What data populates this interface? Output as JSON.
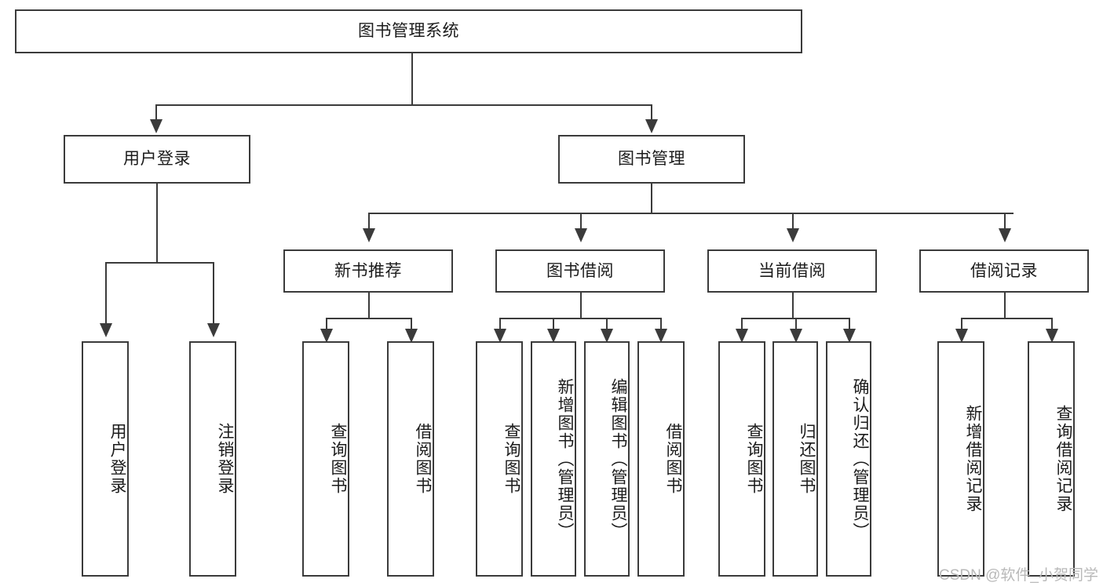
{
  "diagram": {
    "title": "图书管理系统",
    "type": "tree-hierarchy-diagram",
    "root": {
      "label": "图书管理系统"
    },
    "level1": [
      {
        "label": "用户登录"
      },
      {
        "label": "图书管理"
      }
    ],
    "level2": [
      {
        "label": "新书推荐"
      },
      {
        "label": "图书借阅"
      },
      {
        "label": "当前借阅"
      },
      {
        "label": "借阅记录"
      }
    ],
    "leaves": {
      "user_login": [
        {
          "label": "用户登录"
        },
        {
          "label": "注销登录"
        }
      ],
      "new_book_recommend": [
        {
          "label": "查询图书"
        },
        {
          "label": "借阅图书"
        }
      ],
      "book_borrow": [
        {
          "label": "查询图书"
        },
        {
          "label": "新增图书（管理员）"
        },
        {
          "label": "编辑图书（管理员）"
        },
        {
          "label": "借阅图书"
        }
      ],
      "current_borrow": [
        {
          "label": "查询图书"
        },
        {
          "label": "归还图书"
        },
        {
          "label": "确认归还（管理员）"
        }
      ],
      "borrow_record": [
        {
          "label": "新增借阅记录"
        },
        {
          "label": "查询借阅记录"
        }
      ]
    }
  },
  "watermark": {
    "text": "CSDN @软件_小贺同学"
  },
  "colors": {
    "border": "#3b3b3b",
    "text": "#1b1b1b",
    "background": "#ffffff",
    "watermark": "#b9b9b9"
  }
}
